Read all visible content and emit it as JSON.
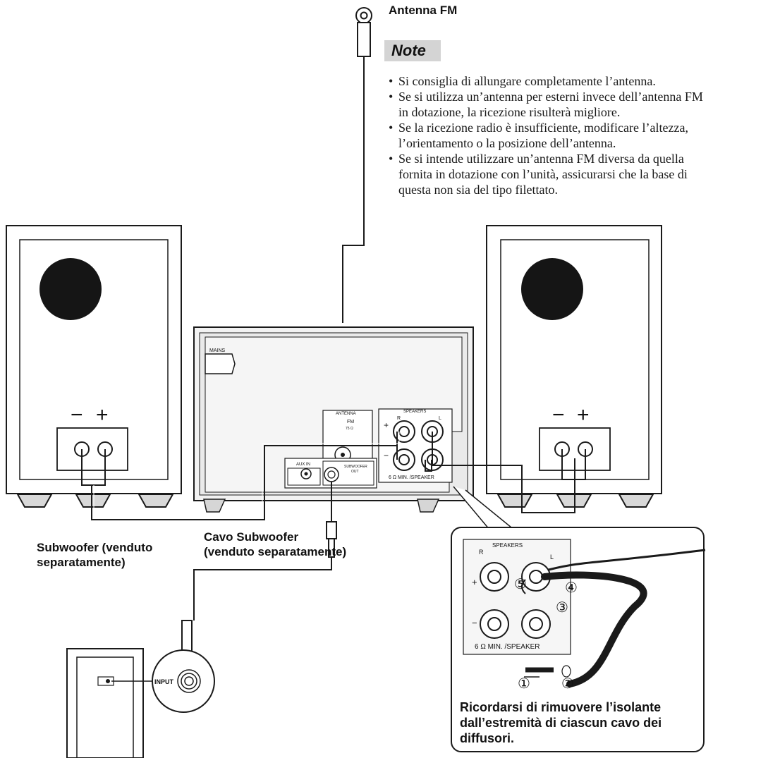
{
  "antenna": {
    "label": "Antenna FM"
  },
  "note": {
    "heading": "Note",
    "items": [
      "Si consiglia di allungare completamente l’antenna.",
      "Se si utilizza un’antenna per esterni invece dell’antenna FM\nin dotazione, la ricezione risulterà migliore.",
      "Se la ricezione radio è insufficiente, modificare l’altezza,\nl’orientamento o la posizione dell’antenna.",
      "Se si intende utilizzare un’antenna FM diversa da quella\nfornita in dotazione con l’unità, assicurarsi che la base di\nquesta non sia del tipo filettato."
    ]
  },
  "speakers": {
    "minus": "−",
    "plus": "+"
  },
  "unit": {
    "mains": "MAINS",
    "antenna_group": "ANTENNA",
    "fm": "FM",
    "fm_ohm": "75 Ω",
    "aux": "AUX IN",
    "subwoofer_out_1": "SUBWOOFER",
    "subwoofer_out_2": "OUT",
    "speakers_group": "SPEAKERS",
    "r": "R",
    "l": "L",
    "plus": "+",
    "minus": "−",
    "impedance": "6 Ω  MIN. /SPEAKER"
  },
  "cable_label": "Cavo Subwoofer\n(venduto separatamente)",
  "subwoofer_label": "Subwoofer (venduto\nseparatamente)",
  "subwoofer_input": "INPUT",
  "detail": {
    "group": "SPEAKERS",
    "r": "R",
    "l": "L",
    "plus": "+",
    "minus": "−",
    "impedance": "6 Ω  MIN. /SPEAKER",
    "steps": [
      "①",
      "②",
      "③",
      "④",
      "⑤"
    ]
  },
  "insulation_note": "Ricordarsi di rimuovere l’isolante\ndall’estremità di ciascun cavo dei\ndiffusori."
}
